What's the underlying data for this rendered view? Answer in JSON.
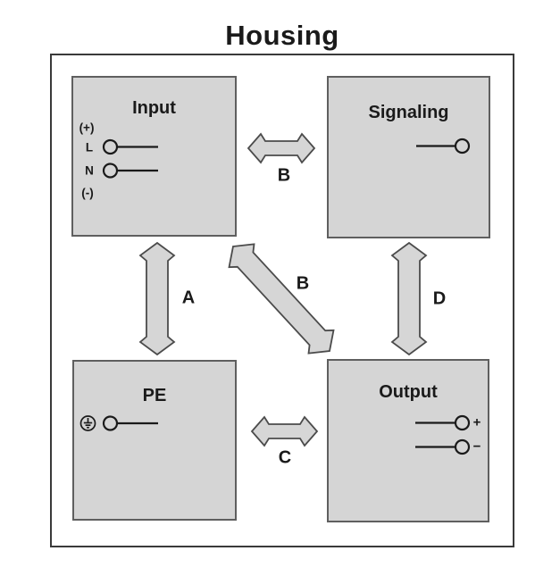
{
  "title": "Housing",
  "blocks": {
    "input": {
      "label": "Input",
      "terminals": {
        "plus": "(+)",
        "l": "L",
        "n": "N",
        "minus": "(-)"
      }
    },
    "signaling": {
      "label": "Signaling"
    },
    "pe": {
      "label": "PE"
    },
    "output": {
      "label": "Output",
      "terminals": {
        "plus": "+",
        "minus": "−"
      }
    }
  },
  "arrows": {
    "a": "A",
    "b_top": "B",
    "b_diagonal": "B",
    "c": "C",
    "d": "D"
  },
  "colors": {
    "block_fill": "#d5d5d5",
    "block_border": "#5f5f5f",
    "housing_border": "#3a3a3a",
    "arrow_fill": "#d6d6d6",
    "arrow_border": "#4b4b4b",
    "line": "#1a1a1a"
  }
}
